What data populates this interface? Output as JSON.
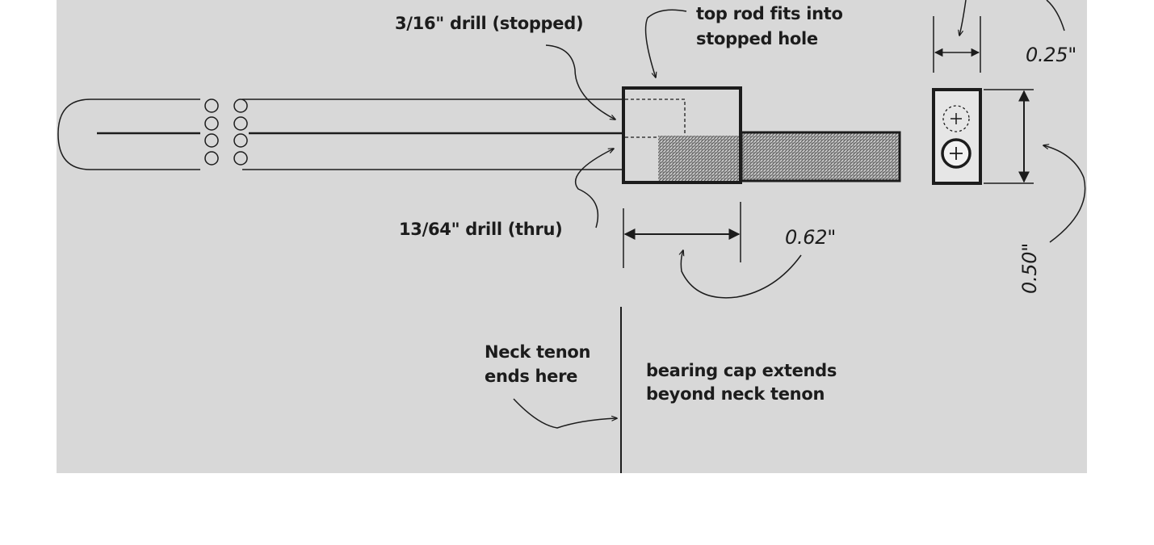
{
  "colors": {
    "paper": "#d8d8d8",
    "ink": "#1c1c1c",
    "background": "#ffffff"
  },
  "labels": {
    "drill_stopped": "3/16\" drill (stopped)",
    "top_rod_line1": "top rod fits into",
    "top_rod_line2": "stopped hole",
    "dim_width": "0.25\"",
    "drill_thru": "13/64\" drill (thru)",
    "dim_length": "0.62\"",
    "dim_height": "0.50\"",
    "neck_line1": "Neck tenon",
    "neck_line2": "ends here",
    "cap_line1": "bearing cap extends",
    "cap_line2": "beyond neck tenon"
  }
}
